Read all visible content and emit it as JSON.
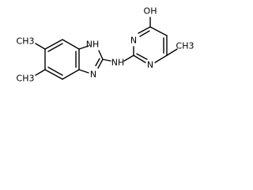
{
  "molecule": {
    "atoms": {
      "oh": "OH",
      "n_pyr_upper": "N",
      "n_pyr_lower": "N",
      "nh_linker": "NH",
      "nh_imidazole": "NH",
      "n_imidazole": "N",
      "ch3_pyrimidine": "CH3",
      "ch3_benzene_upper": "CH3",
      "ch3_benzene_lower": "CH3"
    }
  }
}
